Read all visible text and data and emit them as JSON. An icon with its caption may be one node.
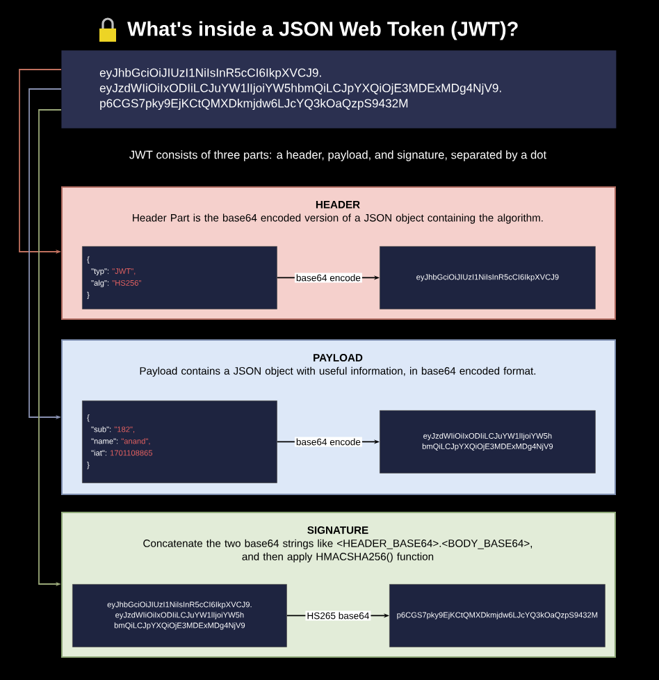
{
  "diagram": {
    "title": "What's inside a JSON Web Token (JWT)?",
    "nodes": [
      {
        "text": [
          "eyJhbGciOiJIUzI1NiIsInR5cCI6IkpXVCJ9.",
          "eyJzdWIiOiIxODIiLCJuYW1lIjoiYW5hbmQiLCJpYXQiOjE3MDExMDg4NjV9.",
          "p6CGS7pky9EjKCtQMXDkmjdw6LJcYQ3kOaQzpS9432M"
        ]
      },
      {
        "text": [
          "HEADER",
          "Header Part is the base64 encoded version of a JSON object containing the algorithm."
        ]
      },
      {
        "text": [
          "{",
          "\"typ\":",
          "\"JWT\",",
          "\"alg\":",
          "\"HS256\"",
          "}"
        ],
        "in": 1
      },
      {
        "text": [
          "eyJhbGciOiJIUzI1NiIsInR5cCI6IkpXVCJ9"
        ],
        "in": 1
      },
      {
        "text": [
          "PAYLOAD",
          "Payload contains a JSON object with useful information, in base64 encoded format."
        ]
      },
      {
        "text": [
          "{",
          "\"sub\":",
          "\"182\",",
          "\"name\":",
          "\"anand\",",
          "\"iat\":",
          "1701108865",
          "}"
        ],
        "in": 4
      },
      {
        "text": [
          "eyJzdWIiOiIxODIiLCJuYW1lIjoiYW5hbmQiLCJpYXQiOjE3MDExMDg4NjV9"
        ],
        "in": 4
      },
      {
        "text": [
          "SIGNATURE",
          "Concatenate the two base64 strings like <HEADER_BASE64>.<BODY_BASE64>, and then apply HMACSHA256() function"
        ]
      },
      {
        "text": [
          "eyJhbGciOiJIUzI1NiIsInR5cCI6IkpXVCJ9. eyJzdWIiOiIxODIiLCJuYW1lIjoiYW5hbmQiLCJpYXQiOjE3MDExMDg4NjV9"
        ],
        "in": 7
      },
      {
        "text": [
          "p6CGS7pky9EjKCtQMXDkmjdw6LJcYQ3kOaQzpS9432M"
        ],
        "in": 7
      }
    ],
    "edges": [
      {
        "from": 0,
        "to": 1,
        "arrow": "to",
        "color": "#c0705e"
      },
      {
        "from": 0,
        "to": 4,
        "arrow": "to",
        "color": "#8890b0"
      },
      {
        "from": 0,
        "to": 7,
        "arrow": "to",
        "color": "#9aa878"
      },
      {
        "from": 2,
        "to": 3,
        "arrow": "to",
        "label": "base64 encode"
      },
      {
        "from": 5,
        "to": 6,
        "arrow": "to",
        "label": "base64 encode"
      },
      {
        "from": 8,
        "to": 9,
        "arrow": "to",
        "label": "HS265 base64"
      }
    ],
    "labels": [
      "JWT consists of three parts: a header, payload, and signature, separated by a dot"
    ]
  }
}
